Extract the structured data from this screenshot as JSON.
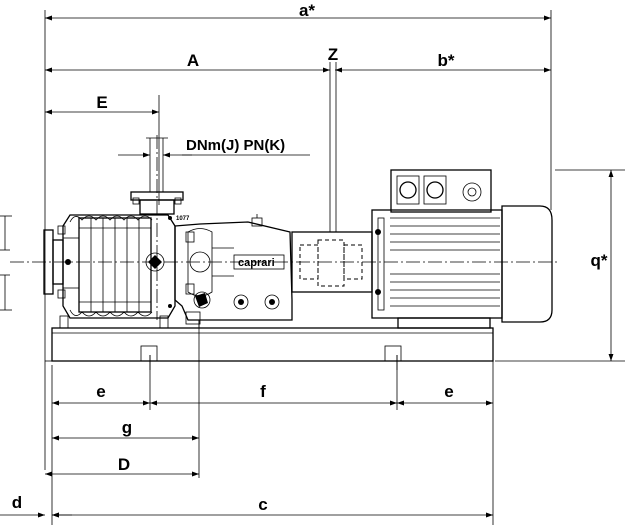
{
  "dimensions": {
    "a": "a*",
    "A": "A",
    "Z": "Z",
    "b": "b*",
    "E": "E",
    "flange": "DNm(J)  PN(K)",
    "q": "q*",
    "e_left": "e",
    "f": "f",
    "e_right": "e",
    "g": "g",
    "D": "D",
    "d": "d",
    "c": "c"
  },
  "pump": {
    "brand": "caprari",
    "plate_number": "1077"
  }
}
